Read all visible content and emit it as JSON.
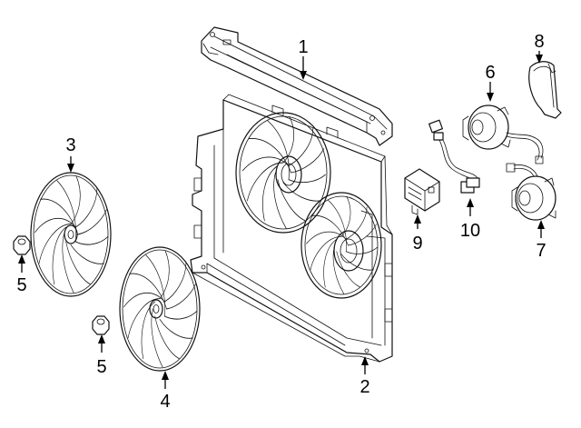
{
  "diagram": {
    "callouts": [
      {
        "id": "c1",
        "label": "1"
      },
      {
        "id": "c2",
        "label": "2"
      },
      {
        "id": "c3",
        "label": "3"
      },
      {
        "id": "c4",
        "label": "4"
      },
      {
        "id": "c5a",
        "label": "5"
      },
      {
        "id": "c5b",
        "label": "5"
      },
      {
        "id": "c6",
        "label": "6"
      },
      {
        "id": "c7",
        "label": "7"
      },
      {
        "id": "c8",
        "label": "8"
      },
      {
        "id": "c9",
        "label": "9"
      },
      {
        "id": "c10",
        "label": "10"
      }
    ]
  }
}
